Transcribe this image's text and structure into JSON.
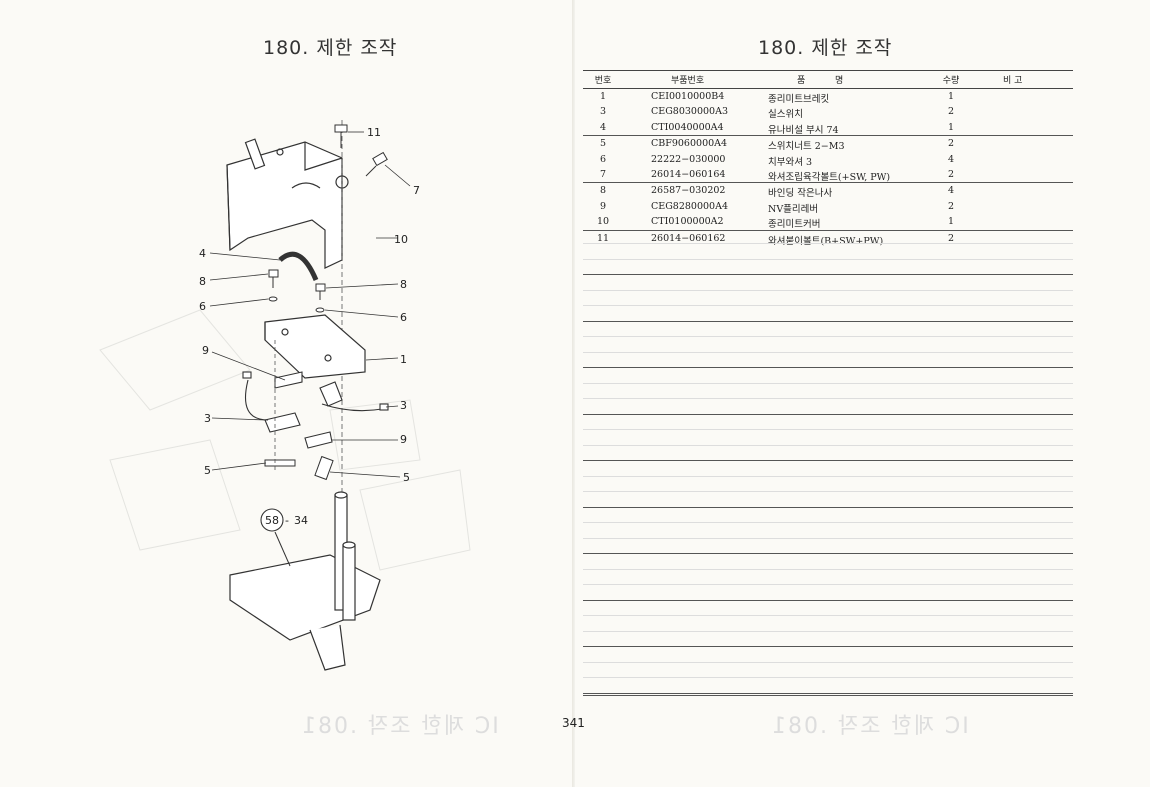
{
  "left_page": {
    "title": "180. 제한 조작",
    "callouts": [
      "11",
      "7",
      "10",
      "4",
      "8",
      "8",
      "6",
      "6",
      "1",
      "9",
      "3",
      "3",
      "9",
      "5",
      "5",
      "58",
      "34"
    ]
  },
  "right_page": {
    "title": "180. 제한 조작",
    "page_number": "341",
    "table": {
      "headers": {
        "no": "번호",
        "part_no": "부품번호",
        "name_a": "품",
        "name_b": "명",
        "qty": "수량",
        "remarks": "비 고"
      },
      "rows": [
        {
          "no": "1",
          "part_no": "CEI0010000B4",
          "name": "종리미트브레킷",
          "qty": "1"
        },
        {
          "no": "3",
          "part_no": "CEG8030000A3",
          "name": "실스위치",
          "qty": "2"
        },
        {
          "no": "4",
          "part_no": "CTI0040000A4",
          "name": "유나비설 부시 74",
          "qty": "1"
        },
        {
          "no": "5",
          "part_no": "CBF9060000A4",
          "name": "스위치너트 2−M3",
          "qty": "2"
        },
        {
          "no": "6",
          "part_no": "22222−030000",
          "name": "치부와셔 3",
          "qty": "4"
        },
        {
          "no": "7",
          "part_no": "26014−060164",
          "name": "와셔조립육각볼트(+SW, PW)",
          "qty": "2"
        },
        {
          "no": "8",
          "part_no": "26587−030202",
          "name": "바인딩 작은나사",
          "qty": "4"
        },
        {
          "no": "9",
          "part_no": "CEG8280000A4",
          "name": "NV플리레버",
          "qty": "2"
        },
        {
          "no": "10",
          "part_no": "CTI0100000A2",
          "name": "종리미트커버",
          "qty": "1"
        },
        {
          "no": "11",
          "part_no": "26014−060162",
          "name": "와셔붙이볼트(B+SW+PW)",
          "qty": "2"
        }
      ]
    }
  }
}
